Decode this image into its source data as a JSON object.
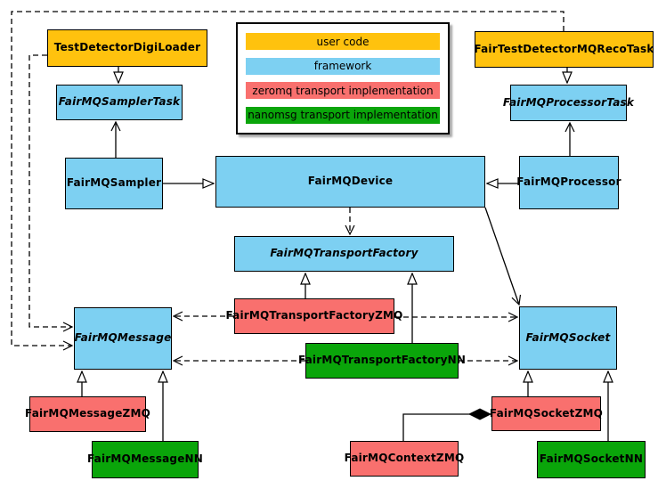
{
  "palette": {
    "user_code": "#FFC20E",
    "framework": "#7DD0F2",
    "zeromq": "#F9706E",
    "nanomsg": "#0AA50A"
  },
  "legend": {
    "items": [
      {
        "label": "user code",
        "palette": "user_code",
        "color": "#FFC20E"
      },
      {
        "label": "framework",
        "palette": "framework",
        "color": "#7DD0F2"
      },
      {
        "label": "zeromq transport implementation",
        "palette": "zeromq",
        "color": "#F9706E"
      },
      {
        "label": "nanomsg transport implementation",
        "palette": "nanomsg",
        "color": "#0AA50A"
      }
    ]
  },
  "nodes": {
    "digiloader": {
      "label": "TestDetectorDigiLoader",
      "category": "user code",
      "abstract": false
    },
    "recotask": {
      "label": "FairTestDetectorMQRecoTask",
      "category": "user code",
      "abstract": false
    },
    "samplertask": {
      "label": "FairMQSamplerTask",
      "category": "framework",
      "abstract": true
    },
    "processortask": {
      "label": "FairMQProcessorTask",
      "category": "framework",
      "abstract": true
    },
    "sampler": {
      "label": "FairMQSampler",
      "category": "framework",
      "abstract": false
    },
    "device": {
      "label": "FairMQDevice",
      "category": "framework",
      "abstract": false
    },
    "processor": {
      "label": "FairMQProcessor",
      "category": "framework",
      "abstract": false
    },
    "factory": {
      "label": "FairMQTransportFactory",
      "category": "framework",
      "abstract": true
    },
    "factoryzmq": {
      "label": "FairMQTransportFactoryZMQ",
      "category": "zeromq",
      "abstract": false
    },
    "factorynn": {
      "label": "FairMQTransportFactoryNN",
      "category": "nanomsg",
      "abstract": false
    },
    "message": {
      "label": "FairMQMessage",
      "category": "framework",
      "abstract": true
    },
    "socket": {
      "label": "FairMQSocket",
      "category": "framework",
      "abstract": true
    },
    "messagezmq": {
      "label": "FairMQMessageZMQ",
      "category": "zeromq",
      "abstract": false
    },
    "messagenn": {
      "label": "FairMQMessageNN",
      "category": "nanomsg",
      "abstract": false
    },
    "socketzmq": {
      "label": "FairMQSocketZMQ",
      "category": "zeromq",
      "abstract": false
    },
    "socketnn": {
      "label": "FairMQSocketNN",
      "category": "nanomsg",
      "abstract": false
    },
    "contextzmq": {
      "label": "FairMQContextZMQ",
      "category": "zeromq",
      "abstract": false
    }
  },
  "relations": [
    {
      "from": "TestDetectorDigiLoader",
      "to": "FairMQSamplerTask",
      "kind": "inheritance-triangle"
    },
    {
      "from": "FairTestDetectorMQRecoTask",
      "to": "FairMQProcessorTask",
      "kind": "inheritance-triangle"
    },
    {
      "from": "FairMQSampler",
      "to": "FairMQSamplerTask",
      "kind": "solid-open-arrow"
    },
    {
      "from": "FairMQProcessor",
      "to": "FairMQProcessorTask",
      "kind": "solid-open-arrow"
    },
    {
      "from": "FairMQSampler",
      "to": "FairMQDevice",
      "kind": "inheritance-triangle"
    },
    {
      "from": "FairMQProcessor",
      "to": "FairMQDevice",
      "kind": "inheritance-triangle"
    },
    {
      "from": "FairMQDevice",
      "to": "FairMQTransportFactory",
      "kind": "dashed-dependency"
    },
    {
      "from": "FairMQDevice",
      "to": "FairMQSocket",
      "kind": "solid-open-arrow"
    },
    {
      "from": "FairMQTransportFactoryZMQ",
      "to": "FairMQTransportFactory",
      "kind": "inheritance-triangle"
    },
    {
      "from": "FairMQTransportFactoryNN",
      "to": "FairMQTransportFactory",
      "kind": "inheritance-triangle"
    },
    {
      "from": "FairMQTransportFactoryZMQ",
      "to": "FairMQMessage",
      "kind": "dashed-dependency"
    },
    {
      "from": "FairMQTransportFactoryZMQ",
      "to": "FairMQSocket",
      "kind": "dashed-dependency"
    },
    {
      "from": "FairMQTransportFactoryNN",
      "to": "FairMQMessage",
      "kind": "dashed-dependency"
    },
    {
      "from": "FairMQTransportFactoryNN",
      "to": "FairMQSocket",
      "kind": "dashed-dependency"
    },
    {
      "from": "FairMQMessageZMQ",
      "to": "FairMQMessage",
      "kind": "inheritance-triangle"
    },
    {
      "from": "FairMQMessageNN",
      "to": "FairMQMessage",
      "kind": "inheritance-triangle"
    },
    {
      "from": "FairMQSocketZMQ",
      "to": "FairMQSocket",
      "kind": "inheritance-triangle"
    },
    {
      "from": "FairMQSocketNN",
      "to": "FairMQSocket",
      "kind": "inheritance-triangle"
    },
    {
      "from": "FairMQContextZMQ",
      "to": "FairMQSocketZMQ",
      "kind": "composition-diamond"
    },
    {
      "from": "TestDetectorDigiLoader",
      "to": "FairMQMessage",
      "kind": "dashed-dependency"
    },
    {
      "from": "FairTestDetectorMQRecoTask",
      "to": "FairMQMessage",
      "kind": "dashed-dependency"
    }
  ]
}
